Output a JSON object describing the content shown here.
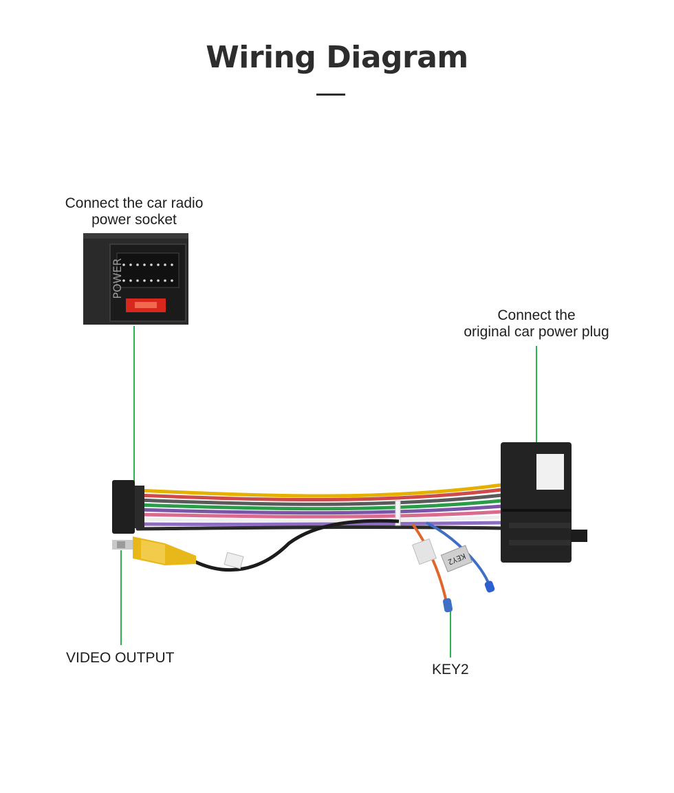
{
  "header": {
    "title": "Wiring Diagram"
  },
  "labels": {
    "socket_line1": "Connect the car radio",
    "socket_line2": "power socket",
    "plug_line1": "Connect the",
    "plug_line2": "original car power plug",
    "video": "VIDEO OUTPUT",
    "key": "KEY2"
  },
  "product_marks": {
    "socket_text": "POWER",
    "key_tag": "KEY2"
  },
  "colors": {
    "leader_line": "#2bb24c",
    "connector": "#1f1f1f",
    "rca_yellow": "#e8b71a",
    "fuse": "#d8281e"
  },
  "icons": [
    "power-socket-photo",
    "harness-connector-photo",
    "rca-plug-photo",
    "key-wire-photo"
  ]
}
